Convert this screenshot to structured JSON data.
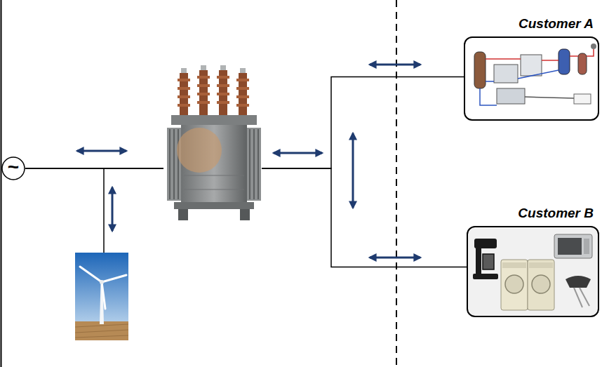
{
  "diagram": {
    "nodes": [
      {
        "text": [
          "~"
        ]
      },
      {
        "text": [
          "Customer A"
        ]
      },
      {
        "text": [
          "Customer B"
        ]
      }
    ],
    "edges": [
      {
        "from": 0,
        "to": 1,
        "arrow": "none"
      },
      {
        "from": 0,
        "to": 2,
        "arrow": "none"
      }
    ]
  }
}
